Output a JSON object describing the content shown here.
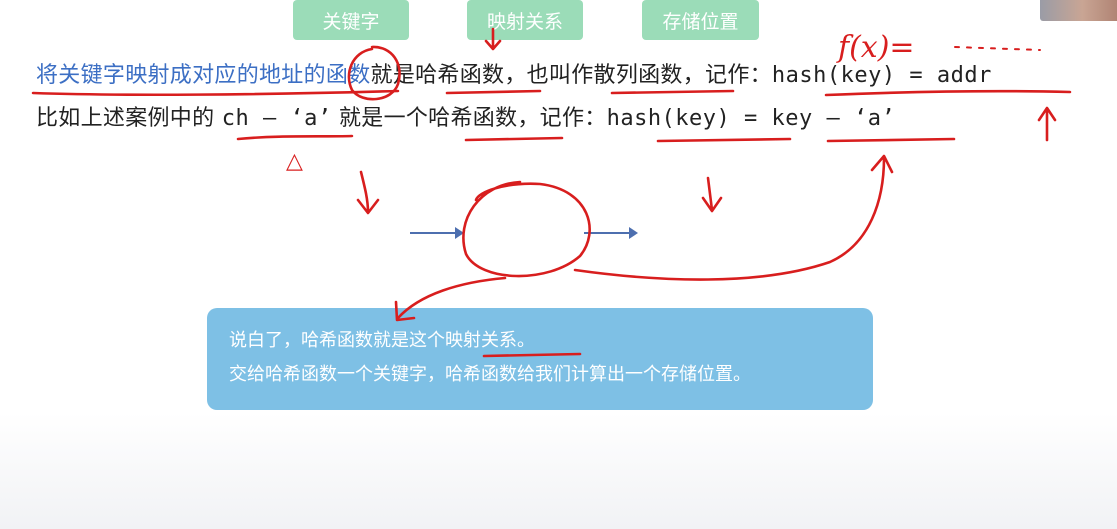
{
  "line1": {
    "part_blue": "将关键字映射成对应的地址的函数",
    "part_mid": "就是哈希函数，也叫作散列函数，记作：",
    "formula": "hash(key) = addr"
  },
  "line2": {
    "part_a": "比如上述案例中的 ",
    "code_a": "ch – ‘a’",
    "part_b": " 就是一个哈希函数，记作：",
    "formula": "hash(key) = key – ‘a’"
  },
  "flow": {
    "box1": "关键字",
    "box2": "映射关系",
    "box3": "存储位置"
  },
  "note": {
    "line1": "说白了，哈希函数就是这个映射关系。",
    "line2": "交给哈希函数一个关键字，哈希函数给我们计算出一个存储位置。"
  },
  "annotations": {
    "fx": "f(x)=",
    "delta": "△"
  },
  "colors": {
    "blue_text": "#3c6fc4",
    "box_green": "#9bdcb8",
    "arrow_blue": "#4d6faf",
    "note_blue": "#7ec0e5",
    "ink_red": "#d81e1e"
  }
}
